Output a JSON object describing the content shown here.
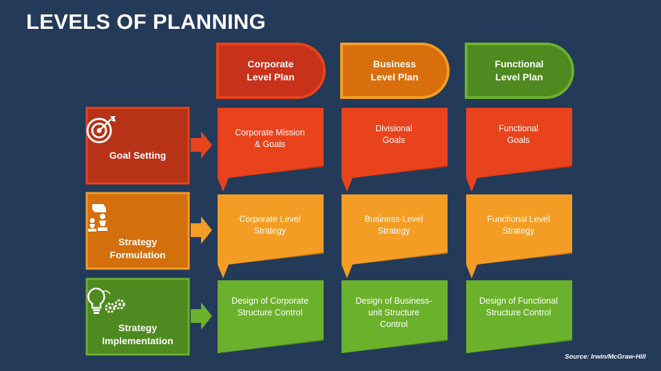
{
  "title": "LEVELS OF PLANNING",
  "columns": [
    {
      "label": "Corporate\nLevel Plan",
      "fill": "#c8321a",
      "border": "#e8431c"
    },
    {
      "label": "Business\nLevel Plan",
      "fill": "#d86f0c",
      "border": "#f39d24"
    },
    {
      "label": "Functional\nLevel Plan",
      "fill": "#4e8a1f",
      "border": "#6cb12c"
    }
  ],
  "rows": [
    {
      "label": "Goal Setting",
      "icon": "target-icon",
      "fill": "#b73217",
      "border": "#e8431c",
      "arrow": "#e8431c"
    },
    {
      "label": "Strategy\nFormulation",
      "icon": "chess-strategy-icon",
      "fill": "#d46f0d",
      "border": "#f39d24",
      "arrow": "#f39d24"
    },
    {
      "label": "Strategy\nImplementation",
      "icon": "lightbulb-gears-icon",
      "fill": "#4e8a1f",
      "border": "#6cb12c",
      "arrow": "#6cb12c"
    }
  ],
  "cells": [
    [
      "Corporate Mission\n& Goals",
      "Divisional\nGoals",
      "Functional\nGoals"
    ],
    [
      "Corporate Level\nStrategy",
      "Business-Level\nStrategy",
      "Functional Level\nStrategy"
    ],
    [
      "Design of Corporate\nStructure Control",
      "Design of Business-\nunit Structure\nControl",
      "Design of Functional\nStructure Control"
    ]
  ],
  "cell_colors": [
    {
      "main": "#e8431c",
      "side": "#b8300f"
    },
    {
      "main": "#f39d24",
      "side": "#c97412"
    },
    {
      "main": "#6cb12c",
      "side": "#4a8a19"
    }
  ],
  "source": "Source: Irwin/McGraw-Hill"
}
